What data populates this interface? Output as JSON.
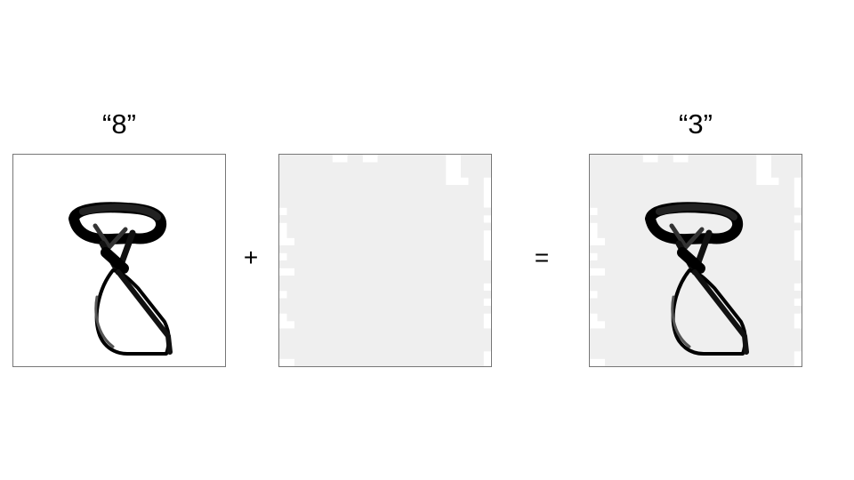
{
  "original_label": "“8”",
  "predicted_label": "“3”",
  "operator_plus": "+",
  "operator_equals": "=",
  "colors": {
    "ink": "#000000",
    "noise": "#efefef",
    "border": "#777777"
  },
  "icons": {
    "digit": "handwritten-digit-eight",
    "noise": "adversarial-noise-pattern",
    "result": "perturbed-digit"
  }
}
